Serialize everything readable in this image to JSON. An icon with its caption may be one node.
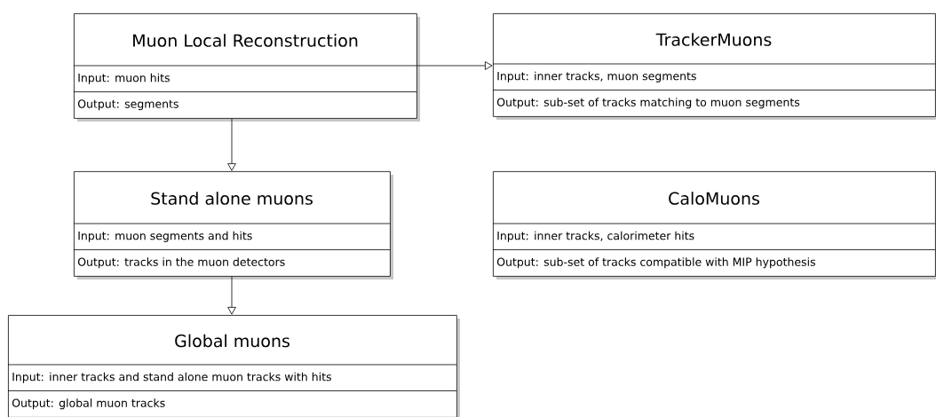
{
  "diagram": {
    "nodes": [
      {
        "text": [
          "Muon Local Reconstruction",
          "Input: muon hits",
          "Output: segments"
        ]
      },
      {
        "text": [
          "TrackerMuons",
          "Input: inner tracks, muon segments",
          "Output: sub-set of tracks matching to muon segments"
        ]
      },
      {
        "text": [
          "Stand alone muons",
          "Input: muon segments and hits",
          "Output: tracks in the muon detectors"
        ]
      },
      {
        "text": [
          "CaloMuons",
          "Input: inner tracks, calorimeter hits",
          "Output: sub-set of tracks compatible with MIP hypothesis"
        ]
      },
      {
        "text": [
          "Global muons",
          "Input: inner tracks and stand alone muon tracks with hits",
          "Output: global muon tracks"
        ]
      }
    ],
    "edges": [
      {
        "from": 0,
        "to": 1,
        "arrow": "to"
      },
      {
        "from": 0,
        "to": 2,
        "arrow": "to"
      },
      {
        "from": 2,
        "to": 4,
        "arrow": "to"
      }
    ]
  }
}
